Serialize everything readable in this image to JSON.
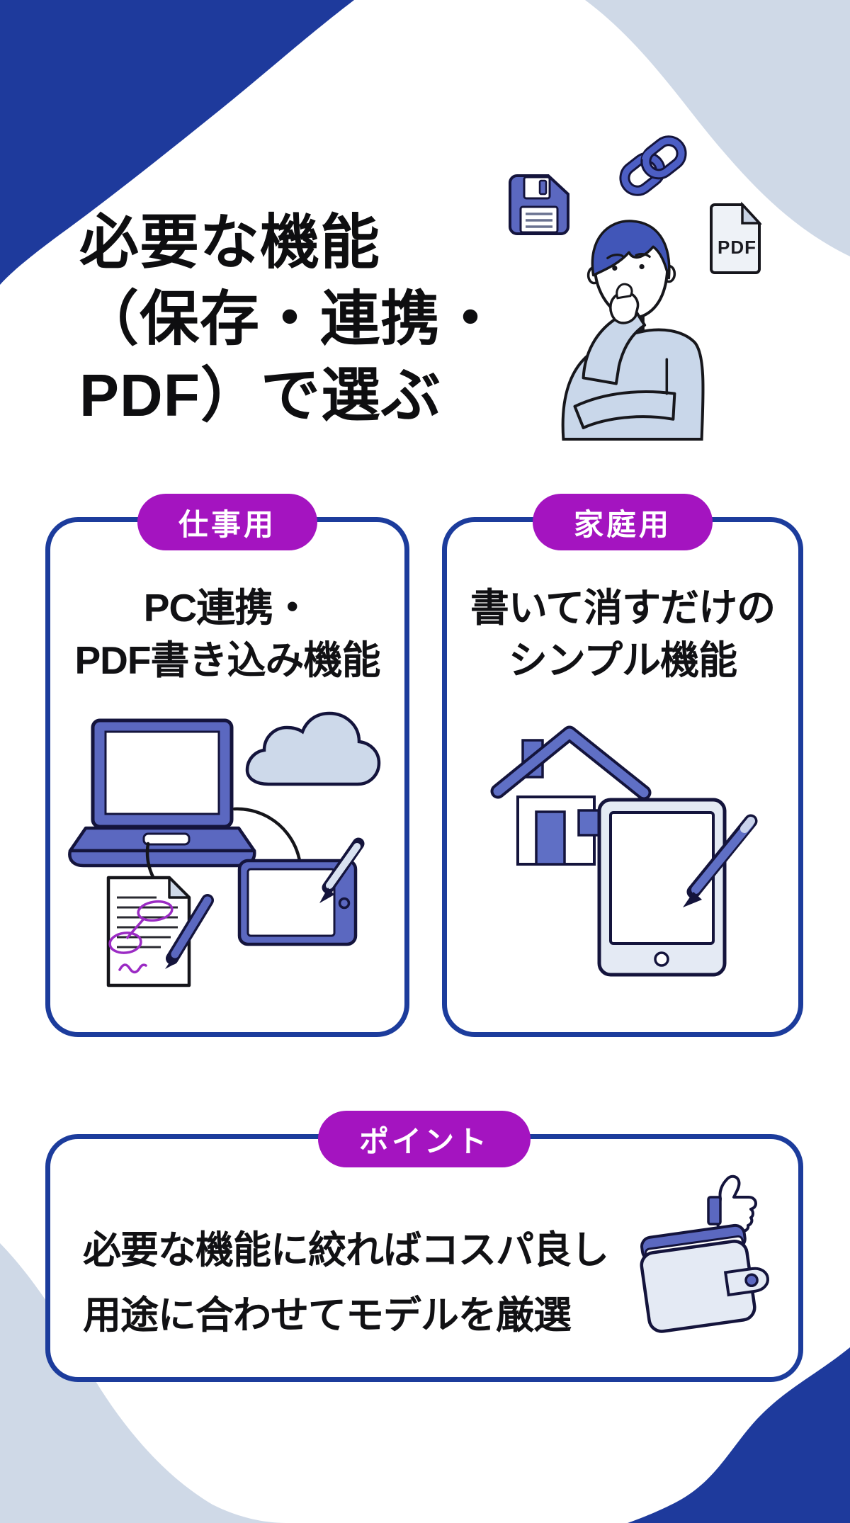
{
  "meta": {
    "kind": "infographic",
    "language": "ja",
    "colors": {
      "background_white": "#ffffff",
      "blob_dark_blue": "#1e3a9c",
      "blob_light_blue": "#cfd9e7",
      "card_border_blue": "#1c3c9c",
      "badge_purple": "#a414c0",
      "text_black": "#111114",
      "illustration_indigo": "#5b68c0",
      "illustration_light_blue": "#c9d7ea",
      "scribble_purple": "#9b2bc4"
    }
  },
  "header": {
    "title": "必要な機能\n（保存・連携・\nPDF）で選ぶ",
    "pdf_icon_label": "PDF",
    "icons": [
      "floppy-disk-icon",
      "link-icon",
      "pdf-file-icon",
      "thinking-person-illustration"
    ]
  },
  "cards": [
    {
      "id": "work",
      "badge": "仕事用",
      "heading": "PC連携・\nPDF書き込み機能",
      "illustration": "laptop-cloud-annotated-document-tablet"
    },
    {
      "id": "home",
      "badge": "家庭用",
      "heading": "書いて消すだけの\nシンプル機能",
      "illustration": "house-and-tablet-with-stylus"
    }
  ],
  "point": {
    "badge": "ポイント",
    "text": "必要な機能に絞ればコスパ良し\n用途に合わせてモデルを厳選",
    "illustration": "wallet-with-thumbs-up"
  }
}
